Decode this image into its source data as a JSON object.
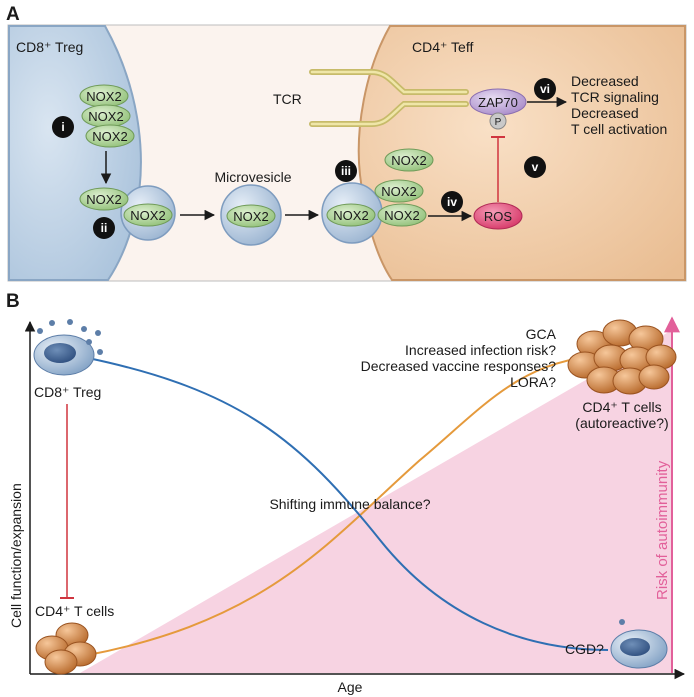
{
  "panel_a": {
    "letter": "A",
    "cd8_treg_title": "CD8⁺ Treg",
    "cd4_teff_title": "CD4⁺ Teff",
    "nox2": "NOX2",
    "microvesicle": "Microvesicle",
    "tcr": "TCR",
    "zap70": "ZAP70",
    "phospho": "P",
    "ros": "ROS",
    "steps": {
      "i": "i",
      "ii": "ii",
      "iii": "iii",
      "iv": "iv",
      "v": "v",
      "vi": "vi"
    },
    "outcome": [
      "Decreased",
      "TCR signaling",
      "Decreased",
      "T cell activation"
    ]
  },
  "panel_b": {
    "letter": "B",
    "y_axis": "Cell function/expansion",
    "x_axis": "Age",
    "cd8_treg": "CD8⁺ Treg",
    "cd4_t_cells": "CD4⁺ T cells",
    "cd4_autoreactive": [
      "CD4⁺ T cells",
      "(autoreactive?)"
    ],
    "conditions": [
      "GCA",
      "Increased infection risk?",
      "Decreased vaccine responses?",
      "LORA?"
    ],
    "balance": "Shifting immune balance?",
    "cgd": "CGD?",
    "risk": "Risk of autoimmunity"
  },
  "colors": {
    "treg_bg": "#bcd0e4",
    "teff_bg": "#f3d2ae",
    "nox2_fill": "#b9d9a5",
    "ros_fill": "#e64c7b",
    "zap70_fill": "#c7b3dc",
    "blue_curve": "#2f6fb3",
    "orange_curve": "#e59a3c",
    "pink_area": "#f7d3e2",
    "risk_color": "#e2609a",
    "inhibit_red": "#d0353f"
  }
}
